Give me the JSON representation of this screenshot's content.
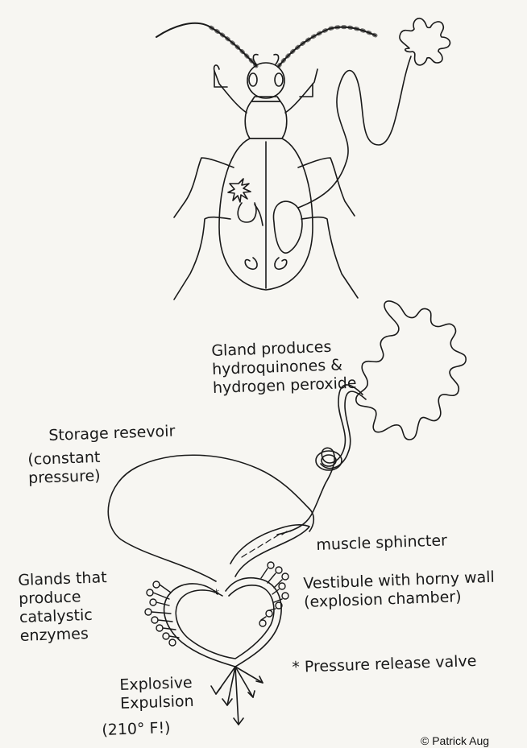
{
  "labels": {
    "gland": "Gland produces\nhydroquinones &\nhydrogen peroxide",
    "storage": "Storage resevoir",
    "storage_note": "(constant\npressure)",
    "muscle": "muscle sphincter",
    "catalytic": "Glands that\nproduce\ncatalystic\nenzymes",
    "vestibule": "Vestibule with horny wall\n(explosion chamber)",
    "valve": "* Pressure release valve",
    "explosive": "Explosive\nExpulsion",
    "temp": "(210° F!)"
  },
  "credit": "© Patrick Aug"
}
